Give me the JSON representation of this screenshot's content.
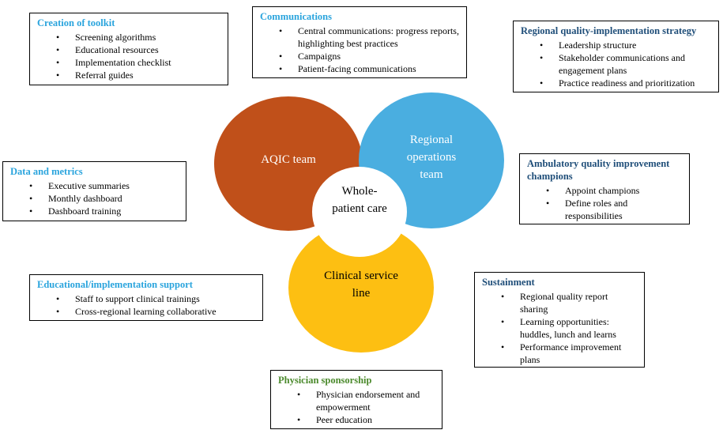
{
  "colors": {
    "aqic": "#C0501A",
    "regional": "#4AAEE0",
    "clinical": "#FDBF12",
    "center": "#FFFFFF",
    "title_blue": "#2AA4DD",
    "title_navy": "#1F4E79",
    "title_green": "#4B8A2C"
  },
  "circles": {
    "aqic": {
      "label": "AQIC team"
    },
    "regional": {
      "label": "Regional operations team"
    },
    "clinical": {
      "label": "Clinical service line"
    },
    "center": {
      "label": "Whole-patient care"
    }
  },
  "boxes": {
    "toolkit": {
      "title": "Creation of toolkit",
      "items": [
        "Screening algorithms",
        "Educational resources",
        "Implementation checklist",
        "Referral guides"
      ]
    },
    "communications": {
      "title": "Communications",
      "items": [
        "Central communications: progress reports, highlighting best practices",
        "Campaigns",
        "Patient-facing communications"
      ]
    },
    "regional_strategy": {
      "title": "Regional quality-implementation strategy",
      "items": [
        "Leadership structure",
        "Stakeholder communications and engagement plans",
        "Practice readiness and prioritization"
      ]
    },
    "data_metrics": {
      "title": "Data and metrics",
      "items": [
        "Executive summaries",
        "Monthly dashboard",
        "Dashboard training"
      ]
    },
    "champions": {
      "title": "Ambulatory quality improvement champions",
      "items": [
        "Appoint champions",
        "Define roles and responsibilities"
      ]
    },
    "edu_support": {
      "title": "Educational/implementation support",
      "items": [
        "Staff to support clinical trainings",
        "Cross-regional learning collaborative"
      ]
    },
    "sustainment": {
      "title": "Sustainment",
      "items": [
        "Regional quality report sharing",
        "Learning opportunities: huddles, lunch and learns",
        "Performance improvement plans"
      ]
    },
    "sponsorship": {
      "title": "Physician sponsorship",
      "items": [
        "Physician endorsement and empowerment",
        "Peer education"
      ]
    }
  }
}
